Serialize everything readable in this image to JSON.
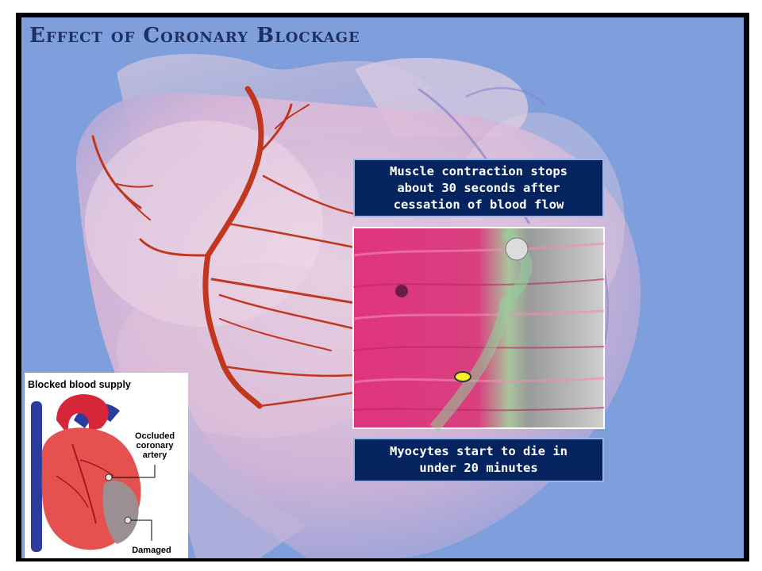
{
  "title": "Effect of Coronary Blockage",
  "callouts": {
    "top": {
      "lines": [
        "Muscle contraction stops",
        "about 30 seconds after",
        "cessation of blood flow"
      ]
    },
    "bottom": {
      "lines": [
        "Myocytes start to die in",
        "under 20 minutes"
      ]
    }
  },
  "inset": {
    "title": "Blocked blood supply",
    "occluded_lines": [
      "Occluded",
      "coronary",
      "artery"
    ],
    "damaged_label": "Damaged"
  },
  "colors": {
    "background": "#7e9fdc",
    "callout": "#05245f",
    "artery": "#c0361f",
    "muscle_healthy": "#e0337f",
    "muscle_dead": "#9a9a9a"
  }
}
